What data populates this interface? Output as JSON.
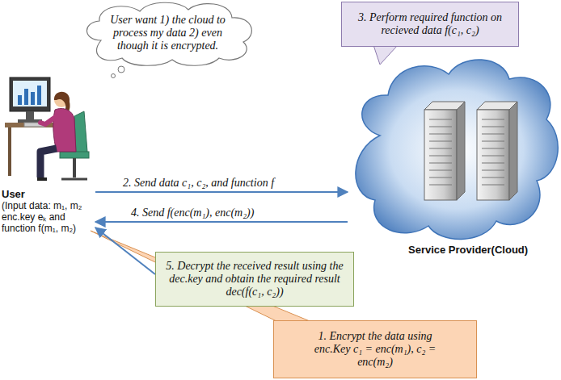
{
  "diagram": {
    "nodes": [
      {
        "text": [
          "User want 1) the cloud to process my data 2) even though it is encrypted."
        ]
      },
      {
        "text": [
          "3. Perform required function on recieved data f(c₁, c₂)"
        ]
      },
      {
        "text": [
          "User",
          "(Input data: m₁, m₂ enc.key eₖ and function f(m₁, m₂)"
        ]
      },
      {
        "text": [
          "Service Provider(Cloud)"
        ]
      },
      {
        "text": [
          "5. Decrypt the received result using the dec.key and obtain the required result dec(f(c₁, c₂))"
        ]
      },
      {
        "text": [
          "1. Encrypt the data using enc.Key c₁ = enc(m₁), c₂ = enc(m₂)"
        ]
      }
    ],
    "edges": [
      {
        "from": 2,
        "to": 3,
        "label": "2. Send data c₁, c₂, and function f",
        "arrow": "to"
      },
      {
        "from": 3,
        "to": 2,
        "label": "4. Send f(enc(m₁), enc(m₂))",
        "arrow": "to"
      },
      {
        "from": 4,
        "to": 2,
        "arrow": "to"
      }
    ]
  }
}
